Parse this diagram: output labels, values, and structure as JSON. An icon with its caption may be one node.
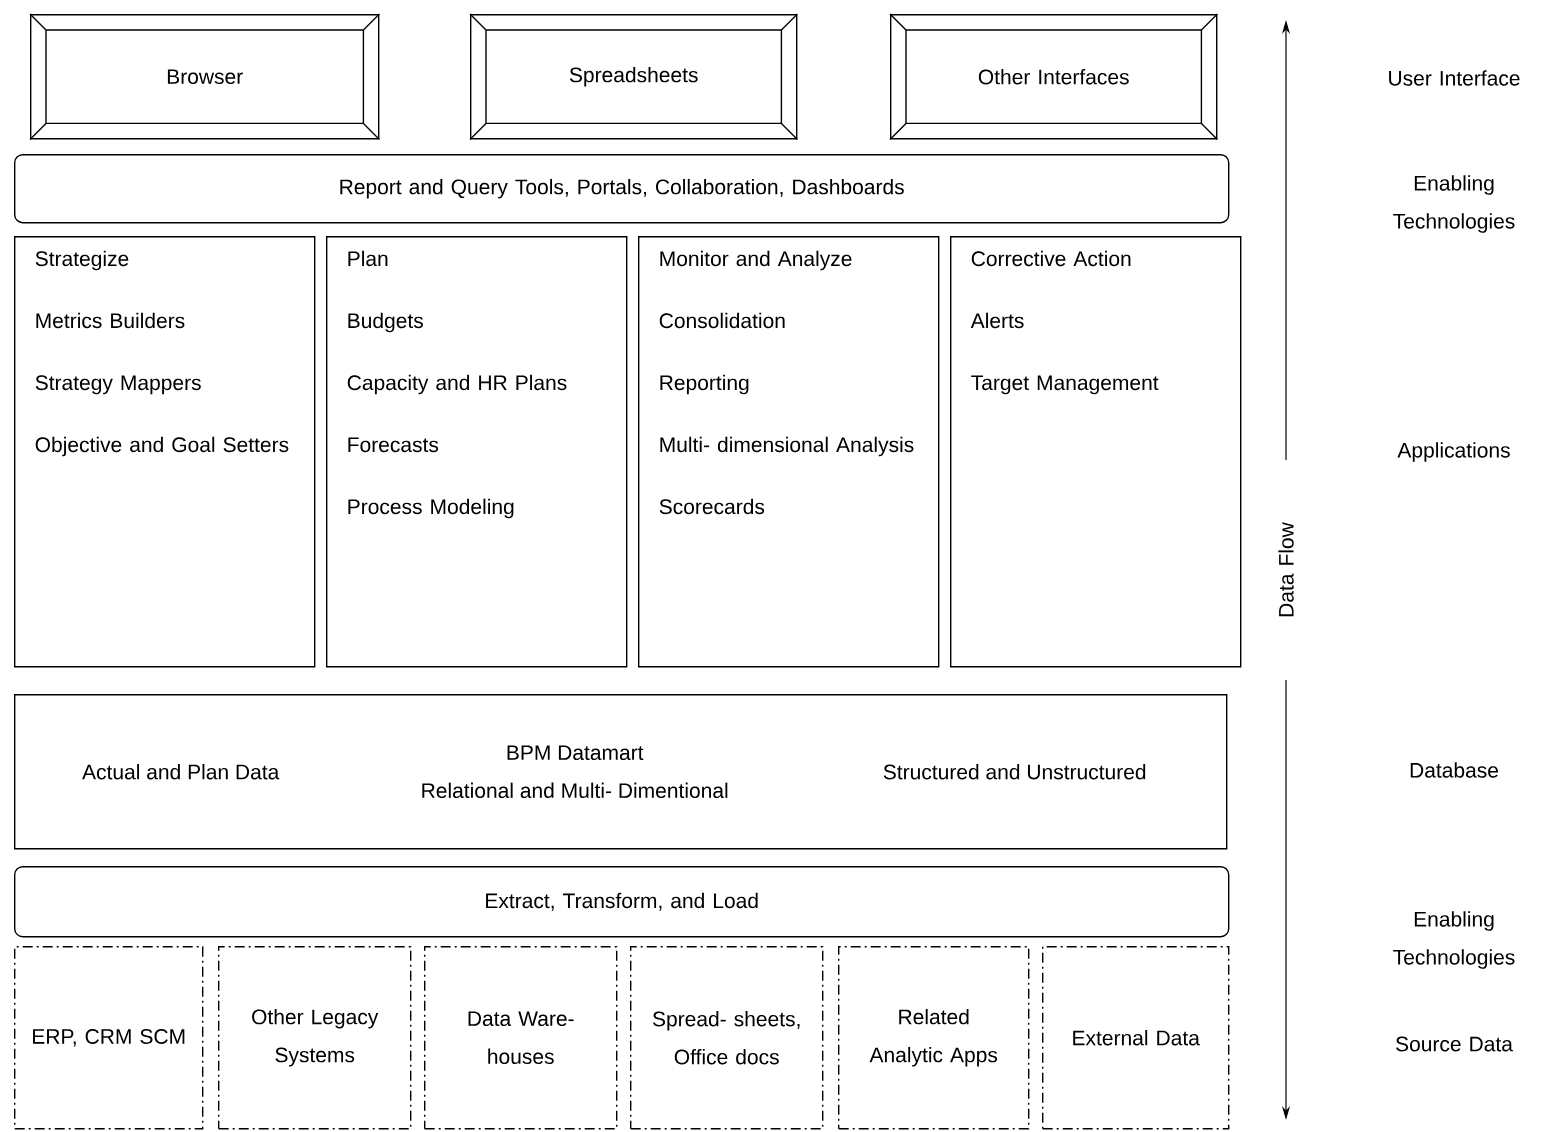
{
  "diagram": {
    "nodes": [
      {
        "text": [
          "Browser"
        ]
      },
      {
        "text": [
          "Spreadsheets"
        ]
      },
      {
        "text": [
          "Other Interfaces"
        ]
      },
      {
        "text": [
          "Report and Query Tools, Portals, Collaboration, Dashboards"
        ]
      },
      {
        "text": [
          "Strategize",
          "Metrics Builders",
          "Strategy Mappers",
          "Objective and Goal Setters"
        ]
      },
      {
        "text": [
          "Plan",
          "Budgets",
          "Capacity and HR Plans",
          "Forecasts",
          "Process Modeling"
        ]
      },
      {
        "text": [
          "Monitor and Analyze",
          "Consolidation",
          "Reporting",
          "Multi- dimensional Analysis",
          "Scorecards"
        ]
      },
      {
        "text": [
          "Corrective Action",
          "Alerts",
          "Target Management"
        ]
      },
      {
        "text": [
          "Actual and Plan Data",
          "BPM Datamart",
          "Relational and Multi- Dimentional",
          "Structured and Unstructured"
        ]
      },
      {
        "text": [
          "Extract, Transform, and Load"
        ]
      },
      {
        "text": [
          "ERP, CRM SCM"
        ]
      },
      {
        "text": [
          "Other Legacy Systems"
        ]
      },
      {
        "text": [
          "Data Ware- houses"
        ]
      },
      {
        "text": [
          "Spread- sheets, Office docs"
        ]
      },
      {
        "text": [
          "Related Analytic Apps"
        ]
      },
      {
        "text": [
          "External Data"
        ]
      }
    ],
    "labels": [
      "User Interface",
      "Enabling Technologies",
      "Applications",
      "Data Flow",
      "Database",
      "Enabling Technologies",
      "Source Data"
    ]
  }
}
